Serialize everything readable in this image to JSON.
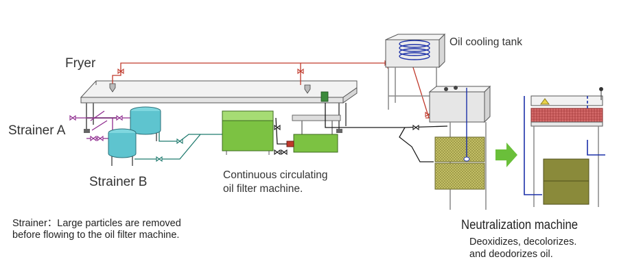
{
  "labels": {
    "fryer": "Fryer",
    "oil_cooling_tank": "Oil cooling tank",
    "strainer_a": "Strainer A",
    "strainer_b": "Strainer B",
    "filter_line1": "Continuous circulating",
    "filter_line2": "oil filter machine.",
    "note_line1": "Strainer：Large particles are removed",
    "note_line2": "before flowing to the oil filter machine.",
    "neutral_title": "Neutralization machine",
    "neutral_line1": "Deoxidizes, decolorizes.",
    "neutral_line2": "and deodorizes oil."
  },
  "icons": {
    "valve": "valve-icon",
    "arrow": "right-arrow-icon",
    "coil": "cooling-coil-icon"
  },
  "colors": {
    "return_pipe": "#c0392b",
    "strainer_pipe_a": "#8e2a8e",
    "strainer_pipe_b": "#1f7a6e",
    "outlet_pipe": "#1a1a1a",
    "blue_pipe": "#1a2fa8",
    "filter_body": "#7cc242",
    "strainer_body": "#5ec4cf",
    "neutralizer_tank": "#8a8a3a",
    "flow_arrow": "#6abf3a",
    "oil_red": "#c94a4a"
  }
}
